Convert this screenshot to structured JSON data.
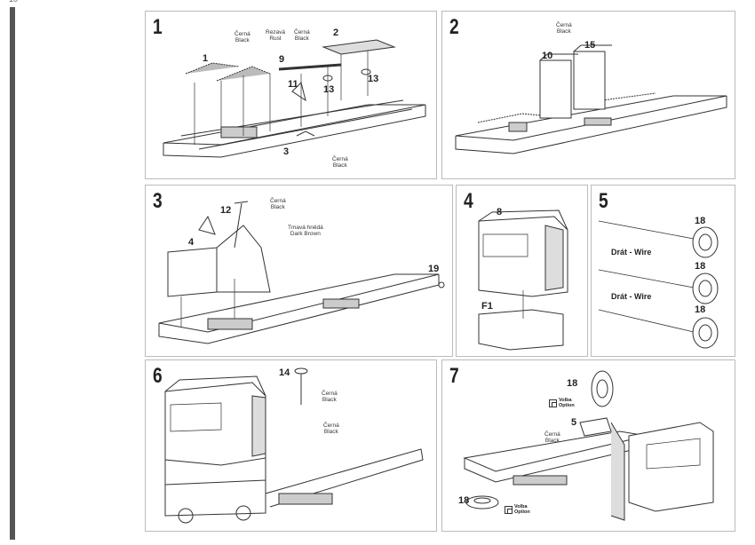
{
  "page_number": "10",
  "steps": [
    {
      "number": "1",
      "labels": {
        "black1": "Černá\nBlack",
        "rust": "Rezavá\nRust",
        "black2": "Černá\nBlack",
        "black3": "Černá\nBlack"
      },
      "parts": [
        "1",
        "2",
        "9",
        "11",
        "13",
        "13",
        "3"
      ]
    },
    {
      "number": "2",
      "labels": {
        "black": "Černá\nBlack"
      },
      "parts": [
        "10",
        "15"
      ]
    },
    {
      "number": "3",
      "labels": {
        "black": "Černá\nBlack",
        "brown": "Tmavá hnědá\nDark Brown"
      },
      "parts": [
        "12",
        "4",
        "19"
      ]
    },
    {
      "number": "4",
      "parts": [
        "8",
        "F1"
      ]
    },
    {
      "number": "5",
      "parts": [
        "18",
        "18",
        "18"
      ],
      "wire_label": "Drát - Wire"
    },
    {
      "number": "6",
      "labels": {
        "black1": "Černá\nBlack",
        "black2": "Černá\nBlack"
      },
      "parts": [
        "14"
      ]
    },
    {
      "number": "7",
      "labels": {
        "black": "Černá\nBlack"
      },
      "parts": [
        "18",
        "5",
        "18"
      ],
      "option_label": "Volba\nOption"
    }
  ]
}
